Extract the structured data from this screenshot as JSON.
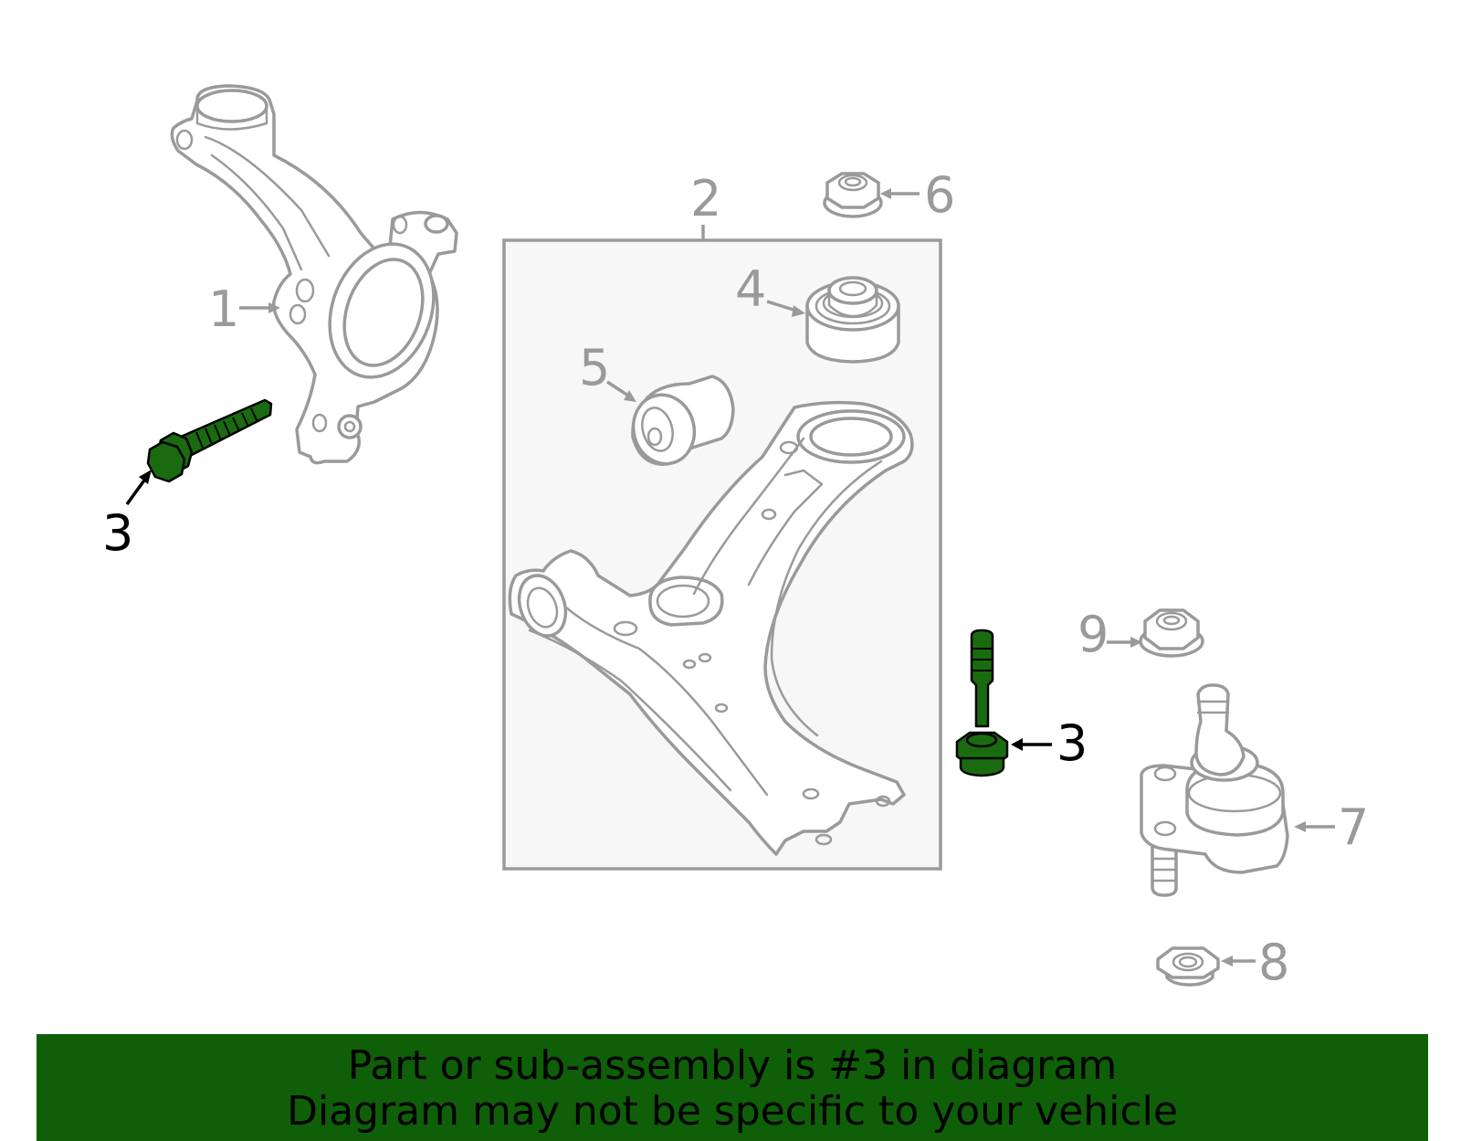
{
  "callouts": {
    "c1": "1",
    "c2": "2",
    "c3a": "3",
    "c3b": "3",
    "c4": "4",
    "c5": "5",
    "c6": "6",
    "c7": "7",
    "c8": "8",
    "c9": "9"
  },
  "banner": {
    "line1": "Part or sub-assembly is #3 in diagram",
    "line2": "Diagram may not be specific to your vehicle"
  },
  "colors": {
    "highlight": "#1a6b10",
    "banner": "#0f5e08",
    "part_outline": "#9a9a9a"
  }
}
